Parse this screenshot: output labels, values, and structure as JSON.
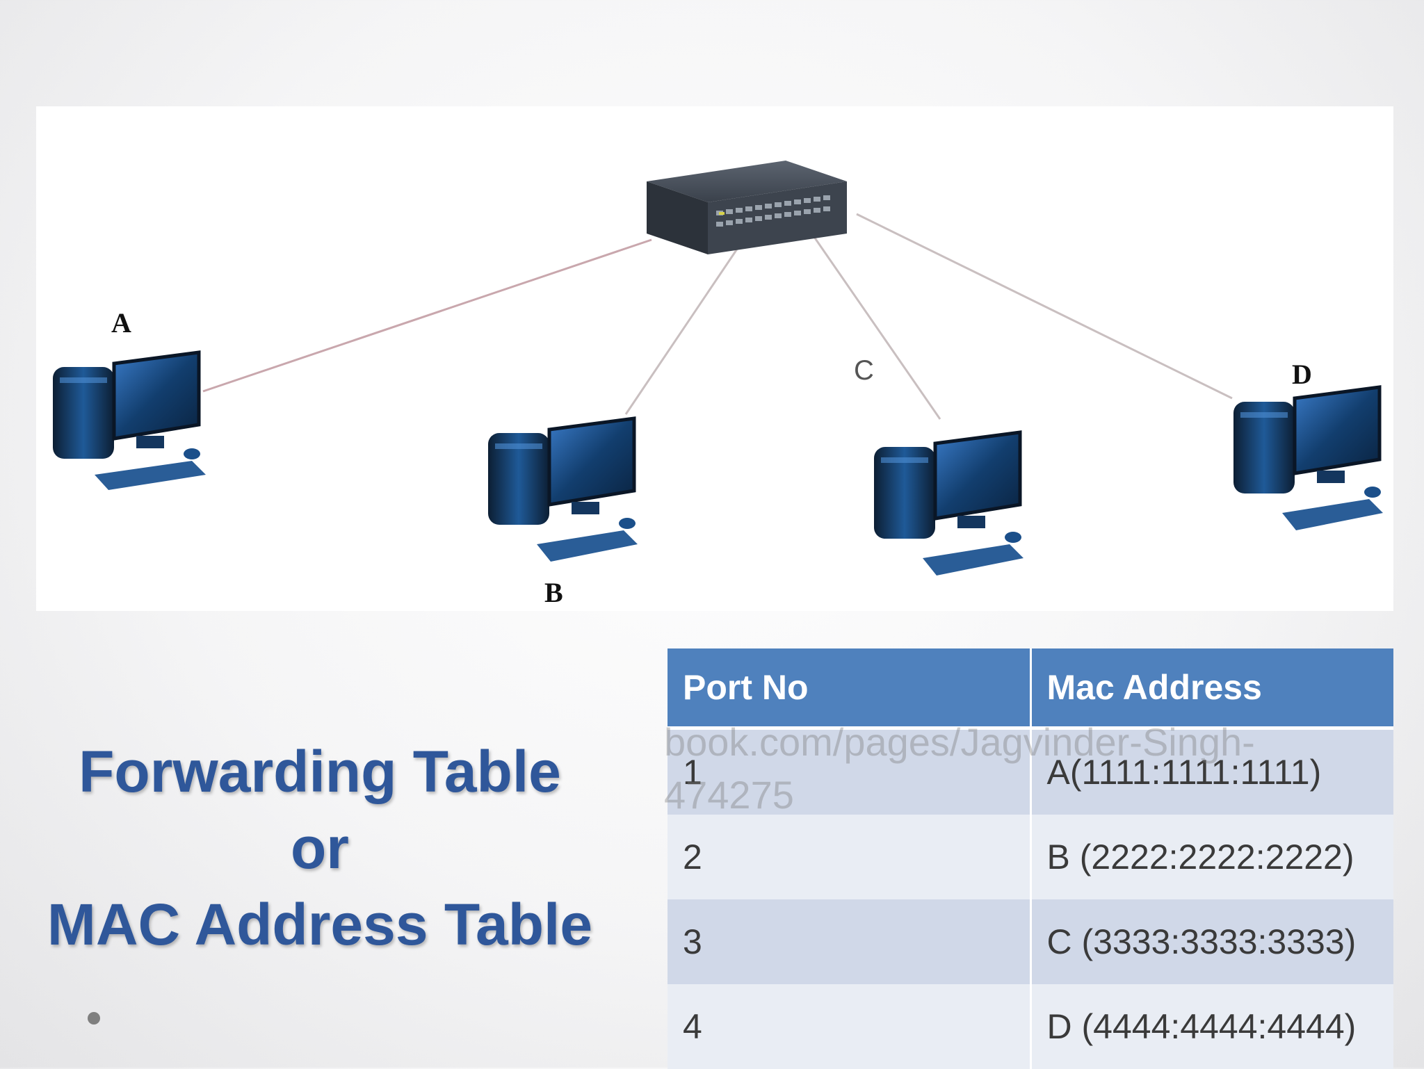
{
  "diagram": {
    "nodes": [
      {
        "id": "A",
        "label": "A"
      },
      {
        "id": "B",
        "label": "B"
      },
      {
        "id": "C",
        "label": "C"
      },
      {
        "id": "D",
        "label": "D"
      }
    ],
    "hub": {
      "name": "network-switch"
    }
  },
  "title": {
    "line1": "Forwarding Table",
    "line2": "or",
    "line3": "MAC Address Table"
  },
  "table": {
    "headers": [
      "Port No",
      "Mac Address"
    ],
    "rows": [
      [
        "1",
        "A(1111:1111:1111)"
      ],
      [
        "2",
        "B (2222:2222:2222)"
      ],
      [
        "3",
        "C (3333:3333:3333)"
      ],
      [
        "4",
        "D (4444:4444:4444)"
      ]
    ]
  },
  "watermark": {
    "line1": "book.com/pages/Jagvinder-Singh-",
    "line2": "474275"
  },
  "colors": {
    "title": "#2f579a",
    "table_header": "#4f81bd",
    "table_row_odd": "#d0d8e8",
    "table_row_even": "#e9edf4",
    "computer": "#1b4f8a"
  }
}
